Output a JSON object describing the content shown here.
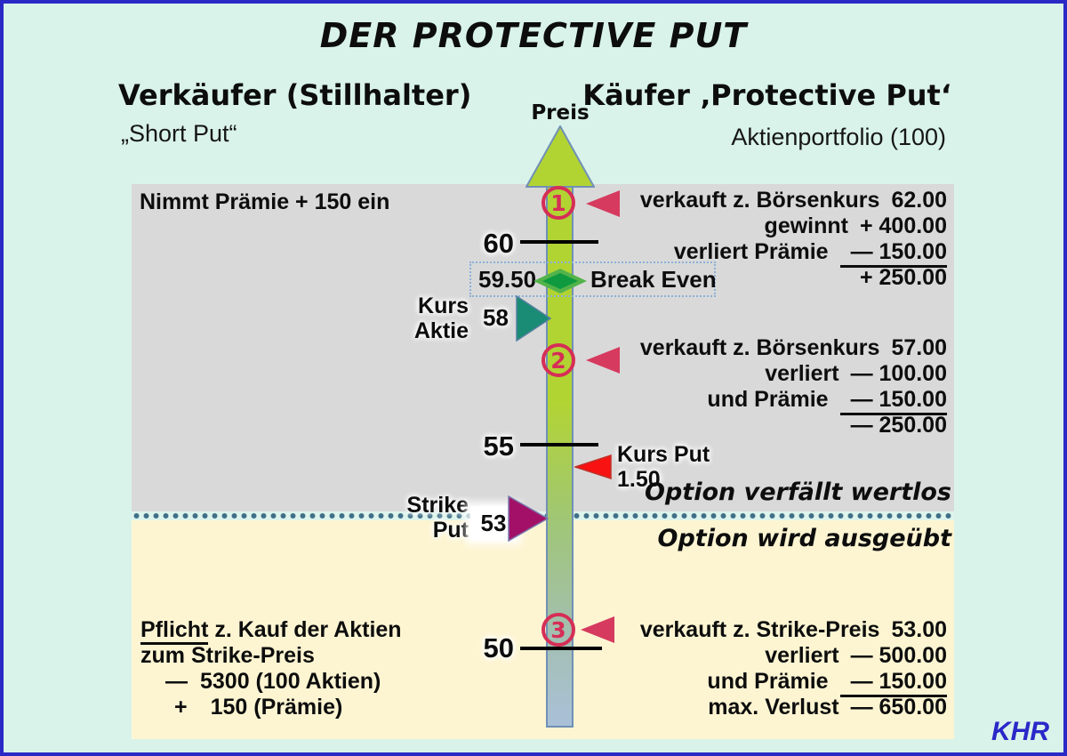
{
  "title": "DER PROTECTIVE PUT",
  "seller": {
    "title": "Verkäufer (Stillhalter)",
    "subtitle": "„Short Put“",
    "premium_note": "Nimmt Prämie + 150 ein",
    "obligation": {
      "keyword": "Pflicht",
      "line1_rest": " z. Kauf der Aktien",
      "line2": "zum Strike-Preis",
      "line3_sign": "—",
      "line3_text": "5300 (100 Aktien)",
      "line4_sign": "+",
      "line4_text": "150 (Prämie)"
    }
  },
  "buyer": {
    "title": "Käufer ‚Protective Put‘",
    "subtitle": "Aktienportfolio (100)"
  },
  "axis": {
    "label": "Preis",
    "tick_60": "60",
    "tick_55": "55",
    "tick_50": "50"
  },
  "break_even": {
    "price": "59.50",
    "label": "Break Even"
  },
  "stock_price": {
    "label_line1": "Kurs",
    "label_line2": "Aktie",
    "value": "58"
  },
  "put_price": {
    "label": "Kurs Put",
    "value": "1.50"
  },
  "strike": {
    "label_line1": "Strike",
    "label_line2": "Put",
    "value": "53"
  },
  "zones": {
    "above": "Option verfällt wertlos",
    "below": "Option wird ausgeübt"
  },
  "scenarios": [
    {
      "num": "1",
      "rows": [
        {
          "label": "verkauft z. Börsenkurs",
          "amount": "62.00"
        },
        {
          "label": "gewinnt",
          "amount": "+ 400.00"
        },
        {
          "label": "verliert Prämie",
          "amount": "— 150.00"
        },
        {
          "label": "",
          "amount": "+ 250.00"
        }
      ]
    },
    {
      "num": "2",
      "rows": [
        {
          "label": "verkauft z. Börsenkurs",
          "amount": "57.00"
        },
        {
          "label": "verliert",
          "amount": "— 100.00"
        },
        {
          "label": "und Prämie",
          "amount": "— 150.00"
        },
        {
          "label": "",
          "amount": "— 250.00"
        }
      ]
    },
    {
      "num": "3",
      "rows": [
        {
          "label": "verkauft z. Strike-Preis",
          "amount": "53.00"
        },
        {
          "label": "verliert",
          "amount": "— 500.00"
        },
        {
          "label": "und Prämie",
          "amount": "— 150.00"
        },
        {
          "label": "max. Verlust",
          "amount": "— 650.00"
        }
      ]
    }
  ],
  "signature": "KHR",
  "colors": {
    "background": "#d9f3ea",
    "frame_blue": "#2b29c6",
    "zone_gray": "#d9d9d9",
    "zone_yellow": "#fdf5d2",
    "arrow_green": "#b2d433",
    "arrow_bottom_blue": "#a9c0d8",
    "marker_crimson": "#d62e56",
    "stock_teal": "#1a8b74",
    "strike_magenta": "#a21167",
    "put_red": "#f81212",
    "breakeven_green": "#0f9a3f",
    "signature_blue": "#2a28c8"
  }
}
